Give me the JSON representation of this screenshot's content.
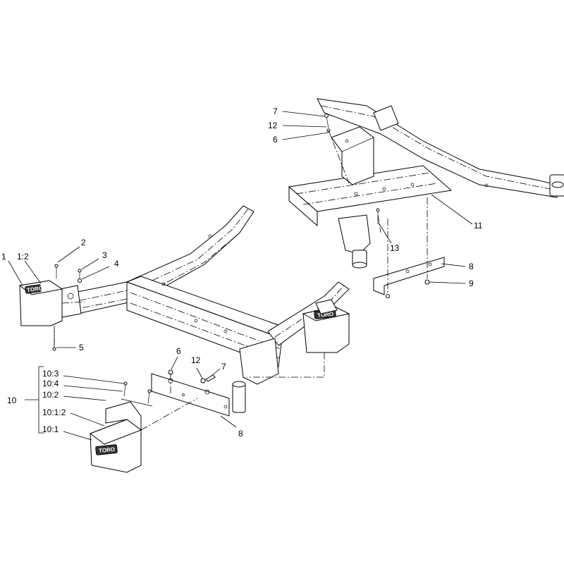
{
  "callouts": [
    {
      "id": "c1",
      "text": "1"
    },
    {
      "id": "c1_2",
      "text": "1:2"
    },
    {
      "id": "c2",
      "text": "2"
    },
    {
      "id": "c3",
      "text": "3"
    },
    {
      "id": "c4",
      "text": "4"
    },
    {
      "id": "c5",
      "text": "5"
    },
    {
      "id": "c6a",
      "text": "6"
    },
    {
      "id": "c6b",
      "text": "6"
    },
    {
      "id": "c7a",
      "text": "7"
    },
    {
      "id": "c7b",
      "text": "7"
    },
    {
      "id": "c8a",
      "text": "8"
    },
    {
      "id": "c8b",
      "text": "8"
    },
    {
      "id": "c9",
      "text": "9"
    },
    {
      "id": "c10",
      "text": "10"
    },
    {
      "id": "c10_3",
      "text": "10:3"
    },
    {
      "id": "c10_4",
      "text": "10:4"
    },
    {
      "id": "c10_2",
      "text": "10:2"
    },
    {
      "id": "c10_1_2",
      "text": "10:1:2"
    },
    {
      "id": "c10_1",
      "text": "10:1"
    },
    {
      "id": "c11",
      "text": "11"
    },
    {
      "id": "c12a",
      "text": "12"
    },
    {
      "id": "c12b",
      "text": "12"
    },
    {
      "id": "c13",
      "text": "13"
    }
  ],
  "logo_text": "TORO"
}
